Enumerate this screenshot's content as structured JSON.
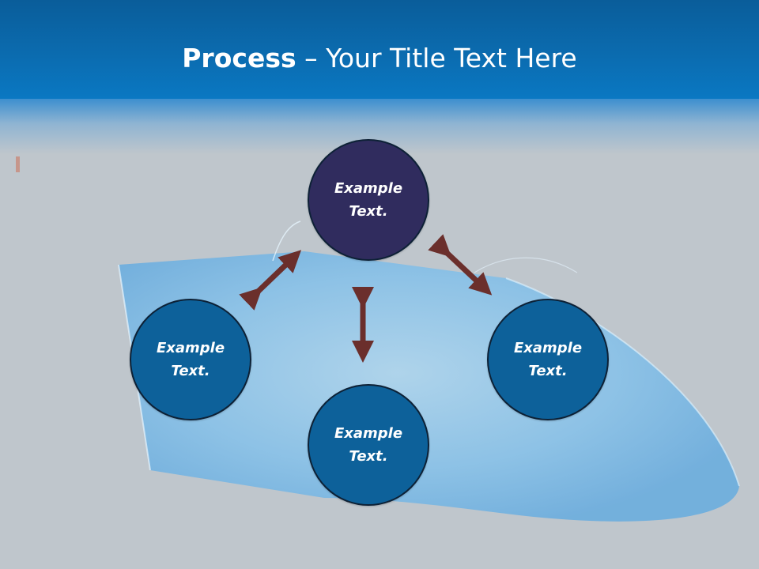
{
  "slide": {
    "title_bold": "Process",
    "title_separator": " – ",
    "title_rest": "Your Title Text Here"
  },
  "diagram": {
    "nodes": [
      {
        "id": "top",
        "label": "Example Text."
      },
      {
        "id": "left",
        "label": "Example Text."
      },
      {
        "id": "right",
        "label": "Example Text."
      },
      {
        "id": "bottom",
        "label": "Example Text."
      }
    ]
  },
  "colors": {
    "title_bar": "#0b6cb0",
    "node_primary": "#302c5e",
    "node_secondary": "#0d619a",
    "arrow": "#6b2f2c",
    "background": "#bfc6cc"
  }
}
